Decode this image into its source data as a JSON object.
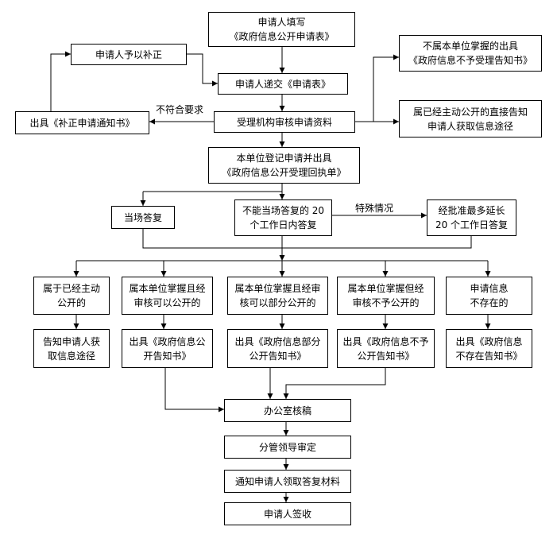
{
  "nodes": {
    "fill_form": "申请人填写\n《政府信息公开申请表》",
    "correction": "申请人予以补正",
    "submit_form": "申请人递交《申请表》",
    "issue_supplement": "出具《补正申请通知书》",
    "review": "受理机构审核申请资料",
    "not_held": "不属本单位掌握的出具\n《政府信息不予受理告知书》",
    "already_public": "属已经主动公开的直接告知\n申请人获取信息途径",
    "register": "本单位登记申请并出具\n《政府信息公开受理回执单》",
    "immediate": "当场答复",
    "within_20": "不能当场答复的 20\n个工作日内答复",
    "extended": "经批准最多延长\n20 个工作日答复",
    "cat1": "属于已经主动\n公开的",
    "cat2": "属本单位掌握且经\n审核可以公开的",
    "cat3": "属本单位掌握且经审\n核可以部分公开的",
    "cat4": "属本单位掌握但经\n审核不予公开的",
    "cat5": "申请信息\n不存在的",
    "out1": "告知申请人获\n取信息途径",
    "out2": "出具《政府信息公\n开告知书》",
    "out3": "出具《政府信息部分\n公开告知书》",
    "out4": "出具《政府信息不予\n公开告知书》",
    "out5": "出具《政府信息\n不存在告知书》",
    "office_review": "办公室核稿",
    "leader_approve": "分管领导审定",
    "notify": "通知申请人领取答复材料",
    "sign": "申请人签收"
  },
  "labels": {
    "not_meet": "不符合要求",
    "special": "特殊情况"
  },
  "colors": {
    "line": "#000000",
    "box_border": "#000000",
    "background": "#ffffff"
  }
}
